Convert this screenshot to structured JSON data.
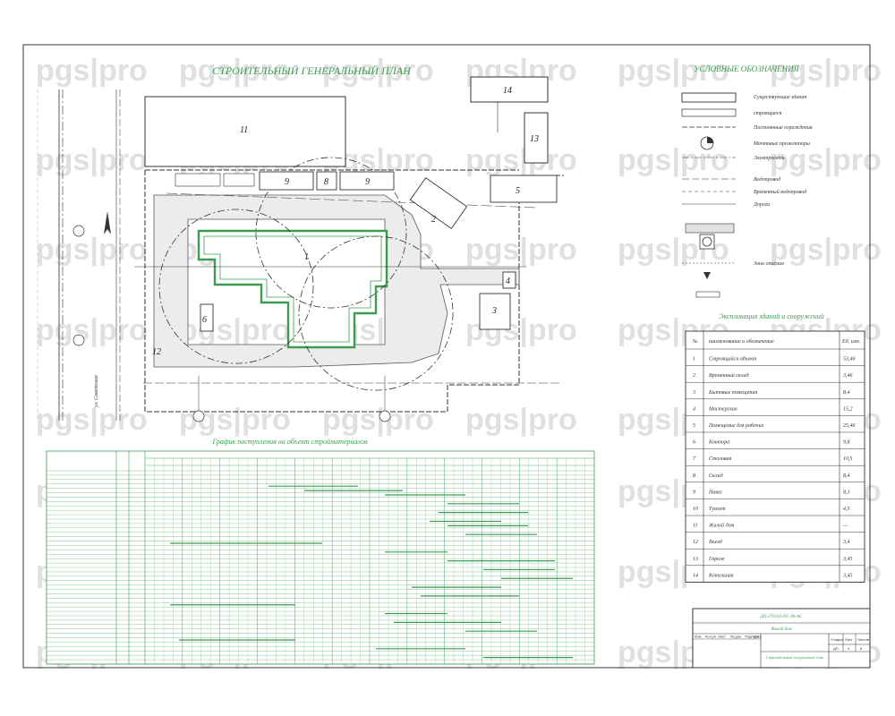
{
  "plan": {
    "title": "СТРОИТЕЛЬНЫЙ ГЕНЕРАЛЬНЫЙ ПЛАН",
    "street_label": "ул. Советская",
    "building_labels": [
      "11",
      "14",
      "13",
      "1",
      "2",
      "3",
      "4",
      "5",
      "6",
      "8",
      "9",
      "9",
      "12"
    ]
  },
  "legend": {
    "title": "УСЛОВНЫЕ ОБОЗНАЧЕНИЯ",
    "items": [
      "Существующие здания",
      "строящиеся",
      "Постоянные ограждения",
      "Мачтовые прожекторы",
      "Электросеть",
      "Водопровод",
      "Временный водопровод",
      "Дороги",
      "Зона опасная"
    ]
  },
  "explication": {
    "title": "Экспликация зданий и сооружений",
    "headers": [
      "№",
      "наименование и обозначение",
      "Ед. изм."
    ],
    "rows": [
      [
        "1",
        "Строящийся объект",
        "53,46"
      ],
      [
        "2",
        "Временный склад",
        "3,46"
      ],
      [
        "3",
        "Бытовые помещения",
        "8,4"
      ],
      [
        "4",
        "Мастерская",
        "15,2"
      ],
      [
        "5",
        "Помещение для рабочих",
        "25,46"
      ],
      [
        "6",
        "Контора",
        "9,8"
      ],
      [
        "7",
        "Столовая",
        "10,5"
      ],
      [
        "8",
        "Склад",
        "8,4"
      ],
      [
        "9",
        "Навес",
        "8,3"
      ],
      [
        "10",
        "Туалет",
        "4,5"
      ],
      [
        "11",
        "Жилой дом",
        "—"
      ],
      [
        "12",
        "Въезд",
        "3,4"
      ],
      [
        "13",
        "Гараж",
        "3,45"
      ],
      [
        "14",
        "Котельная",
        "3,45"
      ]
    ]
  },
  "schedule": {
    "title": "График поступления на объект стройматериалов"
  },
  "stamp": {
    "code": "ДП-270102-ОС-06-АС",
    "project": "Жилой дом",
    "sheet_title": "Строительный генеральный план",
    "cols": [
      "Изм.",
      "Кол.уч",
      "Лист",
      "№ док.",
      "Подпись",
      "Дата"
    ],
    "labels": [
      "Стадия",
      "Лист",
      "Листов"
    ],
    "values": [
      "ДП",
      "4",
      "8"
    ]
  },
  "watermark": "pgs|pro"
}
